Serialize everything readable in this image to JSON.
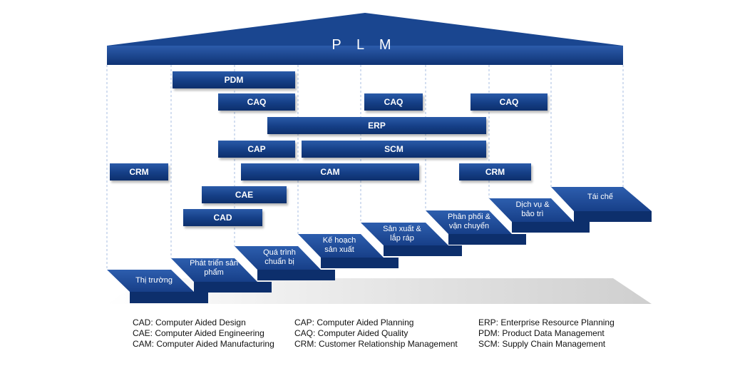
{
  "title": "P L M",
  "bars": {
    "pdm": "PDM",
    "caq_1": "CAQ",
    "caq_2": "CAQ",
    "caq_3": "CAQ",
    "erp": "ERP",
    "cap": "CAP",
    "scm": "SCM",
    "crm_1": "CRM",
    "cam": "CAM",
    "crm_2": "CRM",
    "cae": "CAE",
    "cad": "CAD"
  },
  "steps": [
    {
      "line1": "Thị trường",
      "line2": ""
    },
    {
      "line1": "Phát triển sản",
      "line2": "phẩm"
    },
    {
      "line1": "Quá trình",
      "line2": "chuẩn bị"
    },
    {
      "line1": "Kế hoạch",
      "line2": "sản xuất"
    },
    {
      "line1": "Sản xuất &",
      "line2": "lắp ráp"
    },
    {
      "line1": "Phân phối &",
      "line2": "vận chuyển"
    },
    {
      "line1": "Dịch vụ &",
      "line2": "bảo trì"
    },
    {
      "line1": "Tái chế",
      "line2": ""
    }
  ],
  "legend": {
    "col1": [
      "CAD: Computer Aided Design",
      "CAE: Computer Aided Engineering",
      "CAM: Computer Aided Manufacturing"
    ],
    "col2": [
      "CAP: Computer Aided Planning",
      "CAQ: Computer Aided Quality",
      "CRM: Customer Relationship Management"
    ],
    "col3": [
      "ERP: Enterprise Resource Planning",
      "PDM: Product Data Management",
      "SCM: Supply Chain Management"
    ]
  },
  "colors": {
    "primary": "#153f86",
    "dark": "#0d2f6c",
    "light": "#2a5aa8",
    "shadow": "#d9d9d9"
  }
}
